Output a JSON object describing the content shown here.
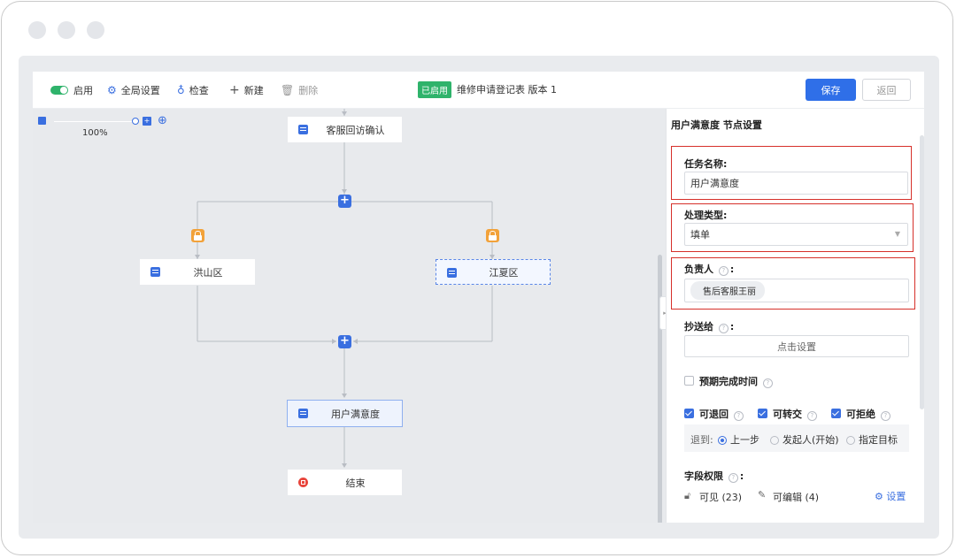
{
  "toolbar": {
    "enable_label": "启用",
    "global_settings_label": "全局设置",
    "check_label": "检查",
    "new_label": "新建",
    "delete_label": "删除",
    "status_badge": "已启用",
    "form_title": "维修申请登记表 版本 1",
    "save_label": "保存",
    "back_label": "返回"
  },
  "canvas": {
    "zoom_level": "100%",
    "nodes": {
      "service_review": "客服回访确认",
      "hongshan": "洪山区",
      "jiangxia": "江夏区",
      "satisfaction": "用户满意度",
      "end": "结束"
    }
  },
  "panel": {
    "title": "用户满意度 节点设置",
    "task_name_label": "任务名称:",
    "task_name_value": "用户满意度",
    "handle_type_label": "处理类型:",
    "handle_type_value": "填单",
    "assignee_label": "负责人",
    "assignee_tag": "售后客服王丽",
    "cc_label": "抄送给",
    "cc_button": "点击设置",
    "due_time_label": "预期完成时间",
    "can_return_label": "可退回",
    "can_transfer_label": "可转交",
    "can_reject_label": "可拒绝",
    "return_to_label": "退到:",
    "return_options": [
      "上一步",
      "发起人(开始)",
      "指定目标"
    ],
    "field_perm_label": "字段权限",
    "visible_label": "可见 (23)",
    "editable_label": "可编辑 (4)",
    "settings_label": "设置"
  },
  "colors": {
    "accent": "#2f6fe8",
    "enabled_green": "#2fb36b",
    "highlight_red": "#d6302a",
    "branch_orange": "#f2a23a"
  }
}
